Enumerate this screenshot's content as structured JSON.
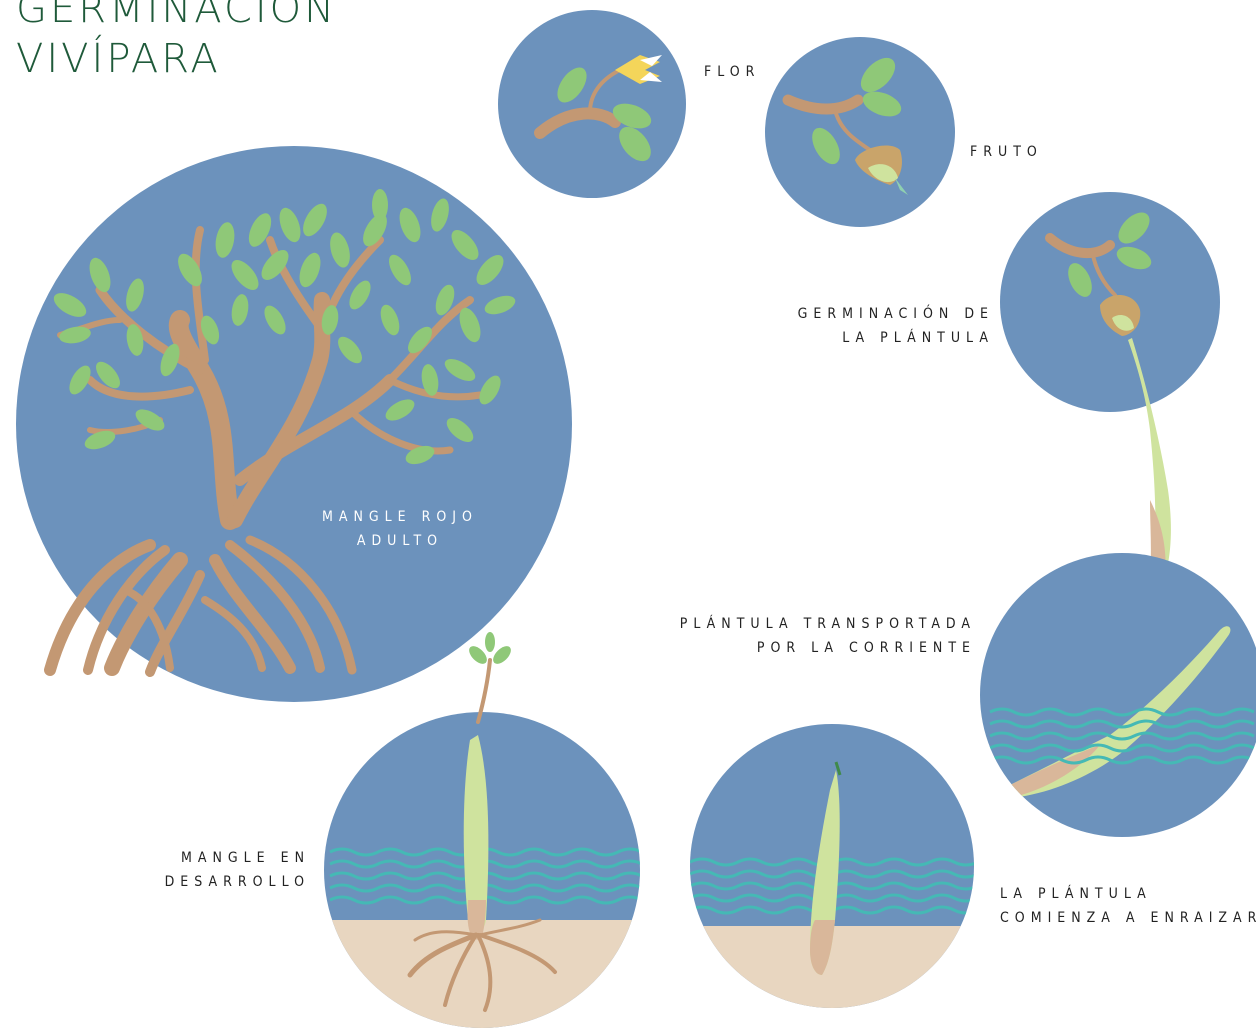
{
  "title": {
    "line1": "GERMINACIÓN",
    "line2": "VIVÍPARA"
  },
  "stages": {
    "flor": "FLOR",
    "fruto": "FRUTO",
    "germinacion": {
      "line1": "GERMINACIÓN DE",
      "line2": "LA PLÁNTULA"
    },
    "transportada": {
      "line1": "PLÁNTULA TRANSPORTADA",
      "line2": "POR LA CORRIENTE"
    },
    "enraizar": {
      "line1": "LA PLÁNTULA",
      "line2": "COMIENZA A ENRAIZAR"
    },
    "desarrollo": {
      "line1": "MANGLE EN",
      "line2": "DESARROLLO"
    },
    "adulto": {
      "line1": "MANGLE ROJO",
      "line2": "ADULTO"
    }
  },
  "colors": {
    "circle": "#6c92bc",
    "leaf": "#8fc878",
    "branch": "#c39873",
    "water": "#45b9b5",
    "soil": "#e8d6c0",
    "propagule": "#cfe39e",
    "title": "#1f5a3a"
  }
}
